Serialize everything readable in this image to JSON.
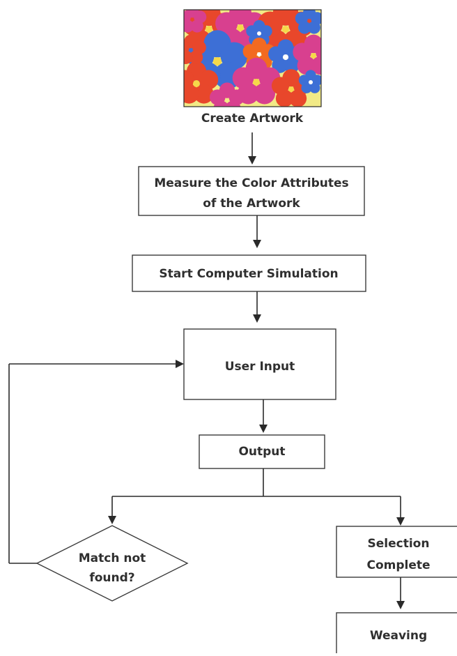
{
  "flowchart": {
    "artwork_label": "Create Artwork",
    "measure_line1": "Measure the Color Attributes",
    "measure_line2": "of the Artwork",
    "simulation": "Start Computer Simulation",
    "user_input": "User Input",
    "output": "Output",
    "match_line1": "Match not",
    "match_line2": "found?",
    "selection_line1": "Selection",
    "selection_line2": "Complete",
    "weaving": "Weaving"
  },
  "colors": {
    "artwork_bg": "#f2ea86",
    "flower_red": "#e8472b",
    "flower_magenta": "#d8408f",
    "flower_blue": "#3d6fd6",
    "flower_orange": "#f26a21"
  }
}
